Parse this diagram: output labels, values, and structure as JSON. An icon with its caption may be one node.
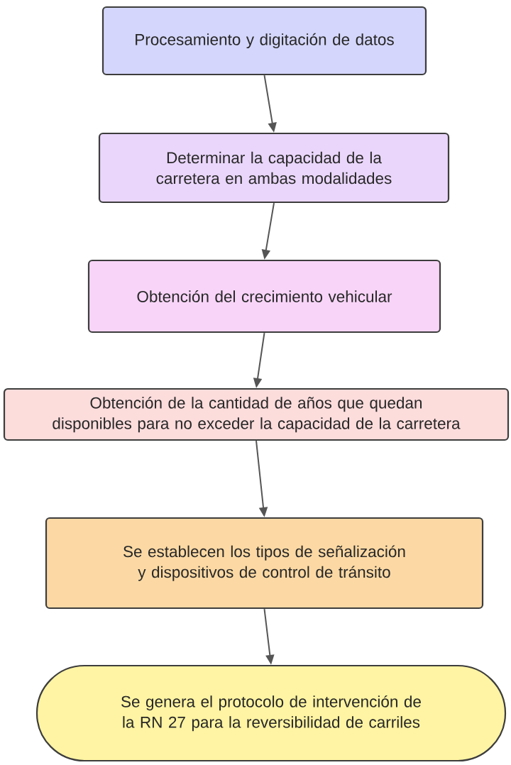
{
  "diagram": {
    "nodes": [
      {
        "text": [
          "Procesamiento y digitación de datos"
        ]
      },
      {
        "text": [
          "Determinar la capacidad de la carretera en ambas modalidades"
        ]
      },
      {
        "text": [
          "Obtención del crecimiento vehicular"
        ]
      },
      {
        "text": [
          "Obtención de la cantidad de años que quedan disponibles para no exceder la capacidad de la carretera"
        ]
      },
      {
        "text": [
          "Se establecen los tipos de señalización y dispositivos de control de tránsito"
        ]
      },
      {
        "text": [
          "Se genera el protocolo de intervención de la RN 27 para la reversibilidad de carriles"
        ]
      }
    ],
    "edges": [
      {
        "from": 0,
        "to": 1,
        "arrow": "to"
      },
      {
        "from": 1,
        "to": 2,
        "arrow": "to"
      },
      {
        "from": 2,
        "to": 3,
        "arrow": "to"
      },
      {
        "from": 3,
        "to": 4,
        "arrow": "to"
      },
      {
        "from": 4,
        "to": 5,
        "arrow": "to"
      }
    ]
  }
}
